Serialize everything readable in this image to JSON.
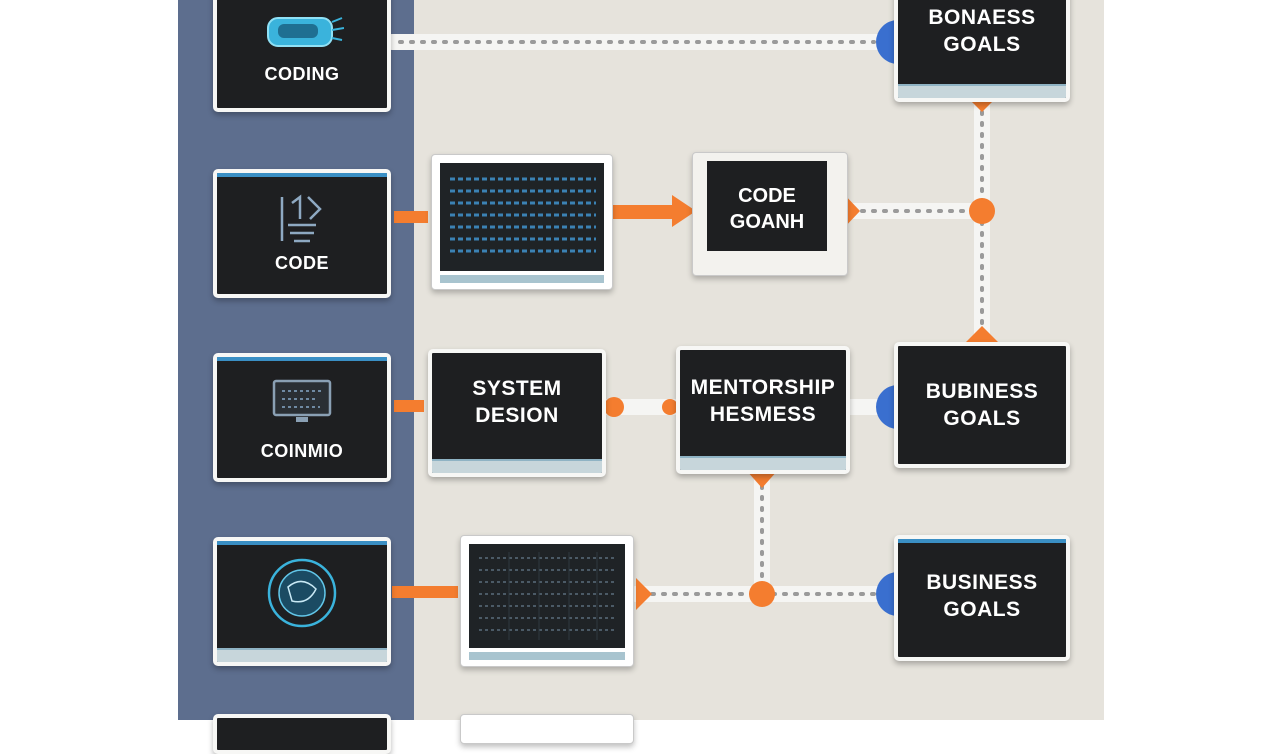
{
  "diagram": {
    "left_column": [
      {
        "label": "CODING",
        "icon": "vr-headset-icon"
      },
      {
        "label": "CODE",
        "icon": "code-glyph-icon"
      },
      {
        "label": "COINMIO",
        "icon": "monitor-icon"
      },
      {
        "label": "",
        "icon": "globe-icon"
      }
    ],
    "nodes": {
      "code_goanh": {
        "line1": "CODE",
        "line2": "GOANH"
      },
      "system_design": {
        "line1": "SYSTEM",
        "line2": "DESION"
      },
      "mentorship": {
        "line1": "MENTORSHIP",
        "line2": "HESMESS"
      },
      "business_goals_top": {
        "line1": "BONAESS",
        "line2": "GOALS"
      },
      "business_goals_mid": {
        "line1": "BUBINESS",
        "line2": "GOALS"
      },
      "business_goals_bottom": {
        "line1": "BUSINESS",
        "line2": "GOALS"
      }
    }
  },
  "colors": {
    "sidebar": "#5d6e8e",
    "canvas": "#e6e3dc",
    "card": "#1e1f21",
    "accent_orange": "#f47d2f",
    "accent_blue": "#3a6fcf",
    "connector": "#9a9a9a"
  }
}
